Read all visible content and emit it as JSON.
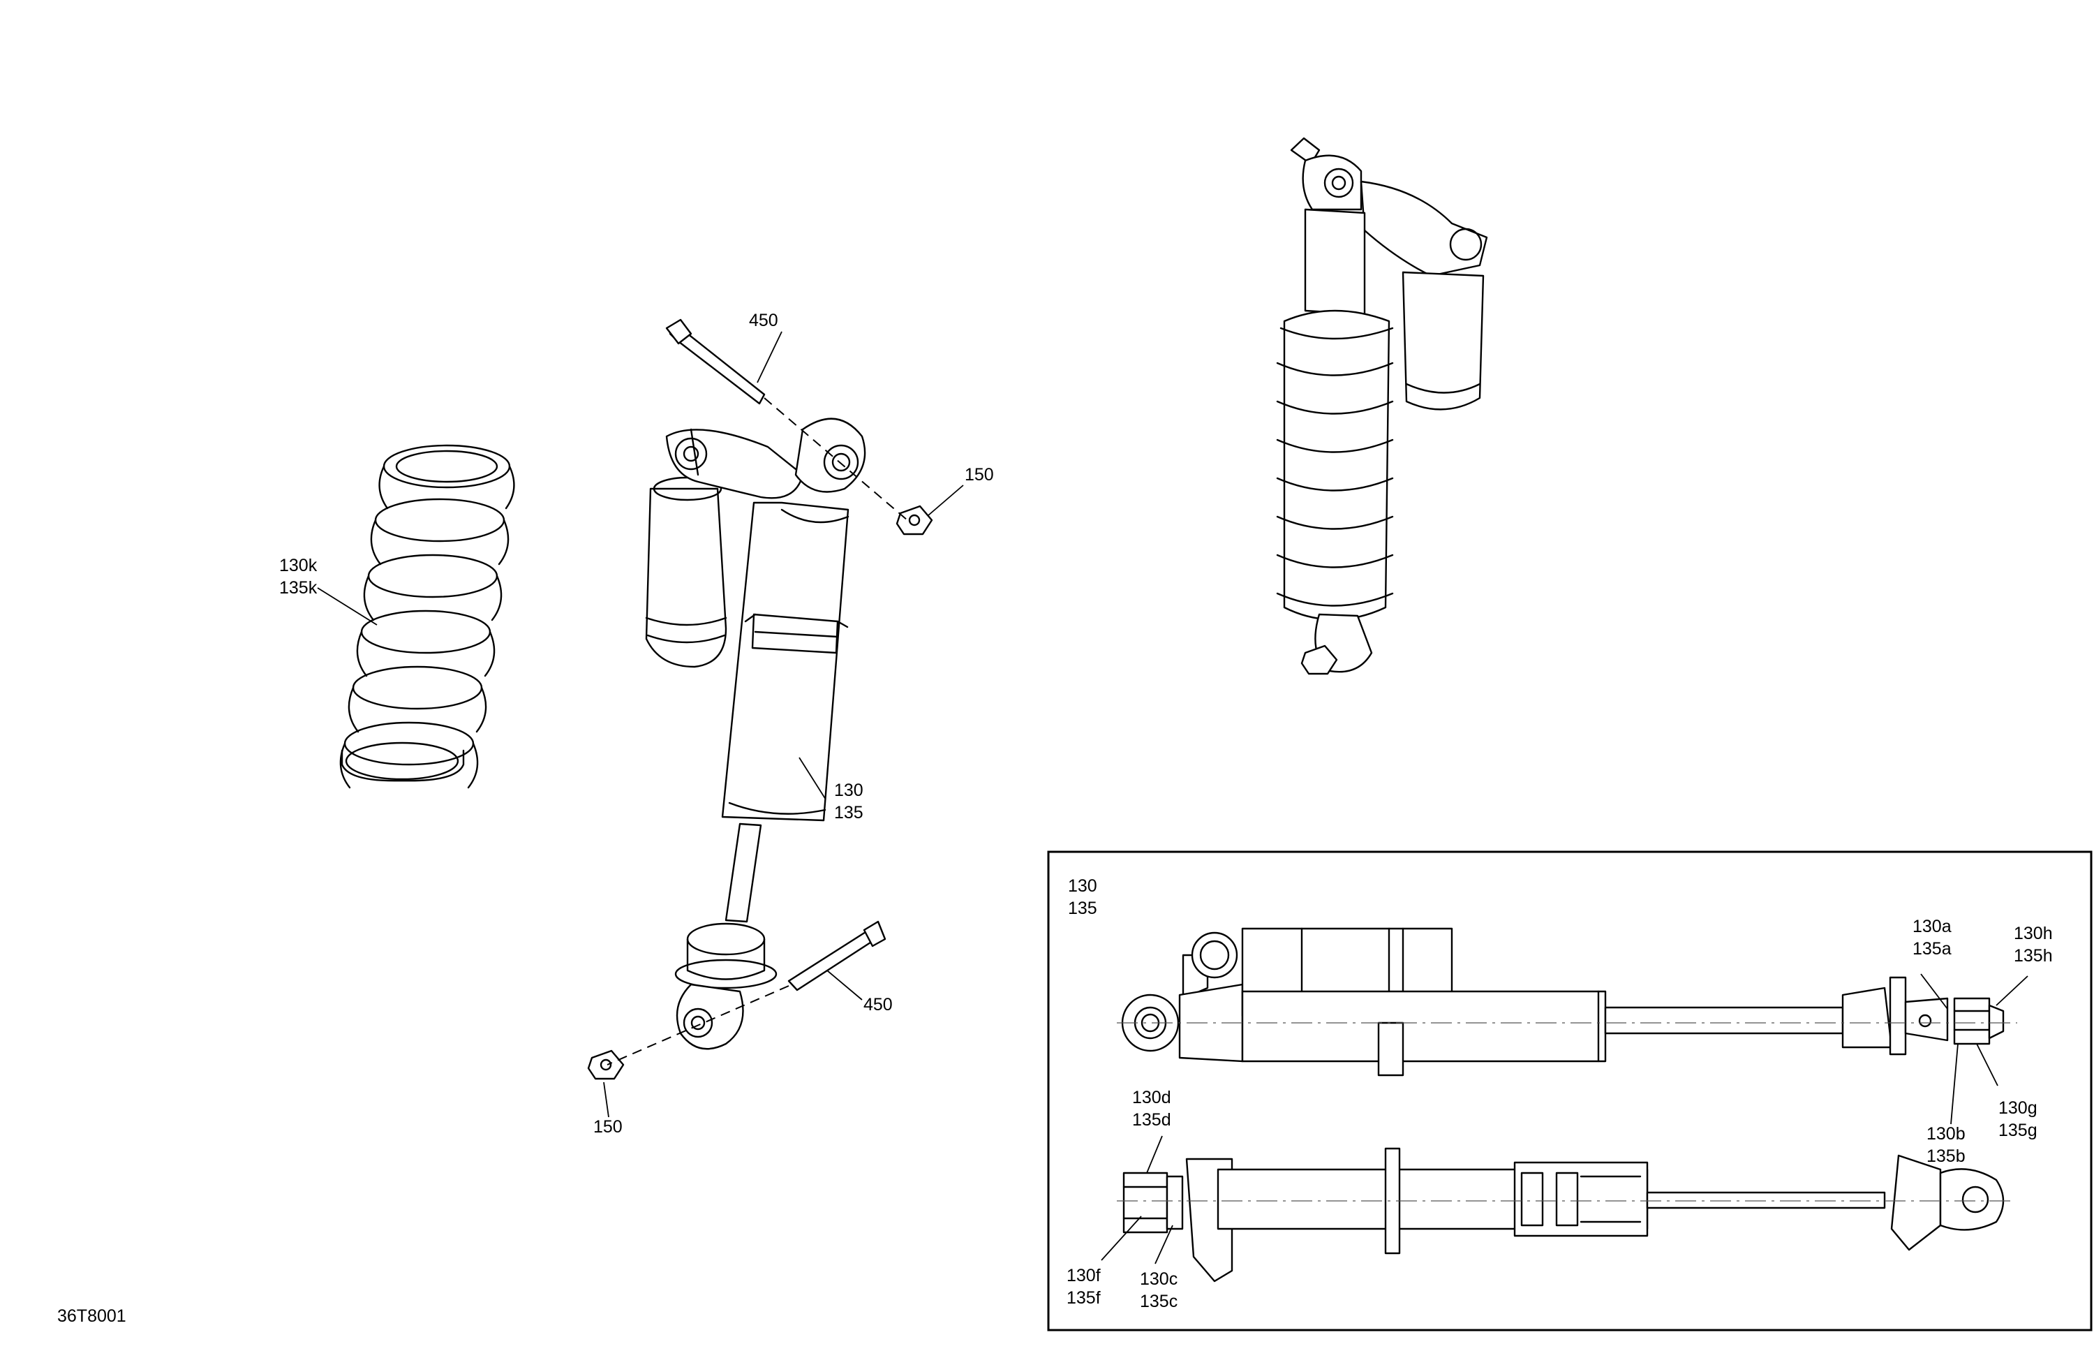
{
  "diagram_code": "36T8001",
  "callouts": {
    "spring": [
      "130k",
      "135k"
    ],
    "upper_bolt": "450",
    "upper_nut": "150",
    "shock_body": [
      "130",
      "135"
    ],
    "lower_bolt": "450",
    "lower_nut": "150"
  },
  "detail_box": {
    "title": [
      "130",
      "135"
    ],
    "callouts": {
      "a": [
        "130a",
        "135a"
      ],
      "h": [
        "130h",
        "135h"
      ],
      "b": [
        "130b",
        "135b"
      ],
      "g": [
        "130g",
        "135g"
      ],
      "d": [
        "130d",
        "135d"
      ],
      "f": [
        "130f",
        "135f"
      ],
      "c": [
        "130c",
        "135c"
      ]
    }
  }
}
